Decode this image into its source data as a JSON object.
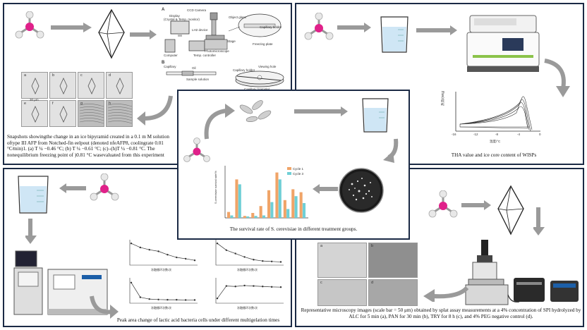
{
  "captions": {
    "top_left": "Snapshots showingthe change in an ice bipyramid created in a 0.1 m M solution oftype III AFP from Notched-fin eelpout (denoted nfeAFP8, coolingrate 0.01 °C∕min)1. (a) T ¼ −0.46 °C; (b) T ¼ −0.61 °C; (c)–(h)T ¼ −0.81 °C. The nonequilibrium freezing point of )0.81 °C wasevaluated from this experiment",
    "top_right": "THA value and ice core content of WISPs",
    "center": "The survival rate of S. cerevisiae in different treatment groups.",
    "bottom_left": "Peak area change of lactic acid bacteria cells under different multigelation times",
    "bottom_right": "Representative microscopy images (scale bar = 50 μm) obtained by splat assay measurements at a 4% concentration of SPI hydrolyzed by ALC for 5 min (a), PAN for 30 min (b), TRY for 8 h (c), and 4% PEG negative control (d)."
  },
  "apparatus": {
    "panel_a": "A",
    "panel_b": "B",
    "ccd_camera": "CCD Camera",
    "display": "Display",
    "crystal_monitor": "(Crystal & Temp. monitor)",
    "led_device": "LH2 device",
    "object_glass": "Object glass",
    "capillary_holder": "Capillary holder",
    "stage": "Stage",
    "freezing_plate": "Freezing plate",
    "computer": "Computer",
    "photomicroscope": "Photomicroscope",
    "temp_controller": "Temp. controller",
    "capillary": "Capillary",
    "oil": "Oil",
    "sample_solution": "Sample solution",
    "viewing_hole": "Viewing hole",
    "capillary_sample": "Capillary (sample)",
    "capillary_holder_b": "Capillary holder"
  },
  "snapshots": {
    "labels": [
      "a",
      "b",
      "c",
      "d",
      "e",
      "f",
      "g",
      "h"
    ],
    "scale": "30 μm"
  },
  "tha_plot": {
    "ylabel": "热流/(W/g)",
    "xlabel": "温度/°C",
    "xticks": [
      "-16",
      "-12",
      "-8",
      "-4",
      "0"
    ]
  },
  "survival_chart": {
    "legend": [
      "Cycle 1",
      "Cycle 3"
    ],
    "ylabel": "S.cerevisiae survival rate/%"
  },
  "peak_plots": {
    "xlabel": "冻融循环次数/次"
  },
  "micrographs": {
    "labels": [
      "a",
      "b",
      "c",
      "d"
    ]
  },
  "colors": {
    "panel_border": "#1b2a45",
    "bar_orange": "#f0a468",
    "bar_teal": "#6fcfd6",
    "molecule_pink": "#e0218a",
    "arrow_gray": "#9a9a9a"
  }
}
